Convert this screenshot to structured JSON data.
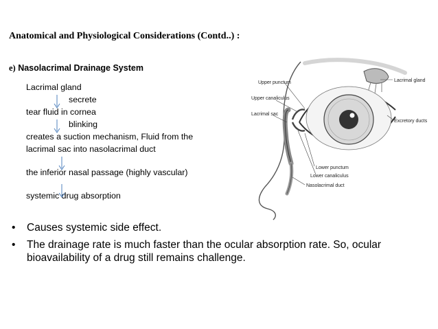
{
  "title": "Anatomical and Physiological Considerations (Contd..) :",
  "subtitle": {
    "prefix": "e)",
    "text": "Nasolacrimal Drainage System"
  },
  "flow": {
    "step1": "Lacrimal gland",
    "step1_verb": "secrete",
    "step2": "tear fluid in cornea",
    "step2_verb": "blinking",
    "step3_a": "creates a suction mechanism, Fluid from the",
    "step3_b": "lacrimal sac  into nasolacrimal duct",
    "step4": "the inferior nasal passage (highly vascular)",
    "step5": "systemic drug absorption"
  },
  "bullets": [
    "Causes systemic side effect.",
    "The drainage rate is much faster than the ocular absorption rate. So, ocular bioavailability of a drug still remains challenge."
  ],
  "bullet_symbol": "•",
  "diagram": {
    "labels": {
      "upper_punctum": "Upper punctum",
      "lacrimal_gland": "Lacrimal gland",
      "upper_canaliculus": "Upper canaliculus",
      "lacrimal_sac": "Lacrimal sac",
      "excretory_ducts": "Excretory ducts",
      "lower_punctum": "Lower punctum",
      "lower_canaliculus": "Lower canaliculus",
      "nasolacrimal_duct": "Nasolacrimal duct"
    }
  },
  "colors": {
    "arrow": "#4f81bd",
    "text": "#000000",
    "background": "#ffffff"
  }
}
